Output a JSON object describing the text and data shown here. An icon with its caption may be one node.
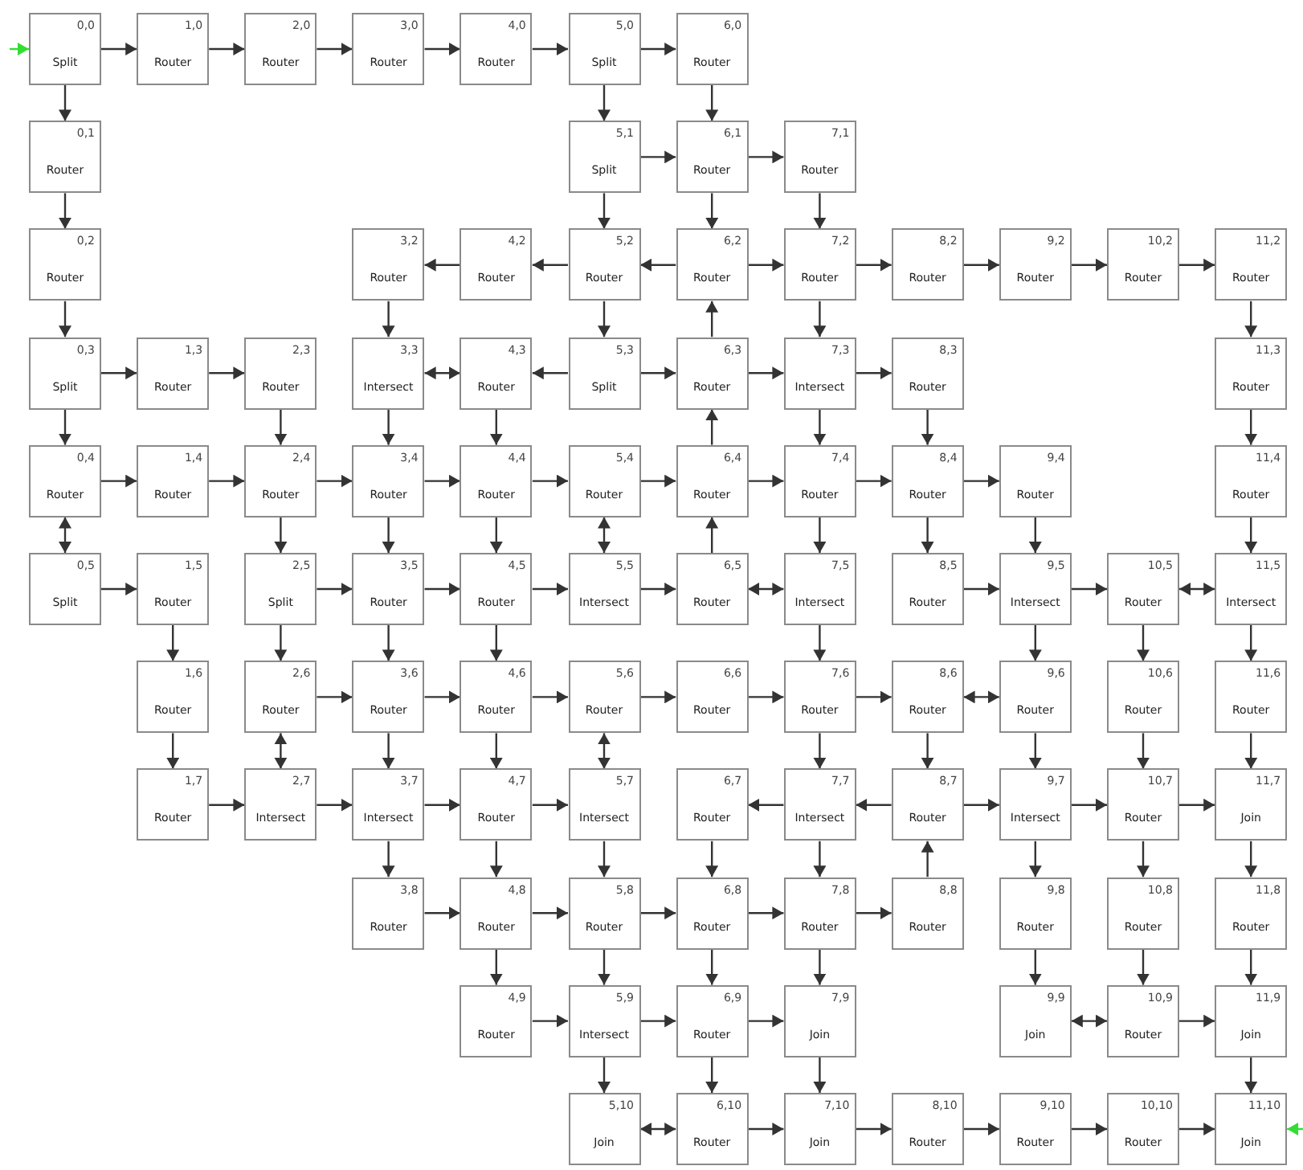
{
  "diagram": {
    "nodes": [
      {
        "text": [
          "0,0",
          "Split"
        ]
      },
      {
        "text": [
          "1,0",
          "Router"
        ]
      },
      {
        "text": [
          "2,0",
          "Router"
        ]
      },
      {
        "text": [
          "3,0",
          "Router"
        ]
      },
      {
        "text": [
          "4,0",
          "Router"
        ]
      },
      {
        "text": [
          "5,0",
          "Split"
        ]
      },
      {
        "text": [
          "6,0",
          "Router"
        ]
      },
      {
        "text": [
          "0,1",
          "Router"
        ]
      },
      {
        "text": [
          "5,1",
          "Split"
        ]
      },
      {
        "text": [
          "6,1",
          "Router"
        ]
      },
      {
        "text": [
          "7,1",
          "Router"
        ]
      },
      {
        "text": [
          "0,2",
          "Router"
        ]
      },
      {
        "text": [
          "3,2",
          "Router"
        ]
      },
      {
        "text": [
          "4,2",
          "Router"
        ]
      },
      {
        "text": [
          "5,2",
          "Router"
        ]
      },
      {
        "text": [
          "6,2",
          "Router"
        ]
      },
      {
        "text": [
          "7,2",
          "Router"
        ]
      },
      {
        "text": [
          "8,2",
          "Router"
        ]
      },
      {
        "text": [
          "9,2",
          "Router"
        ]
      },
      {
        "text": [
          "10,2",
          "Router"
        ]
      },
      {
        "text": [
          "11,2",
          "Router"
        ]
      },
      {
        "text": [
          "0,3",
          "Split"
        ]
      },
      {
        "text": [
          "1,3",
          "Router"
        ]
      },
      {
        "text": [
          "2,3",
          "Router"
        ]
      },
      {
        "text": [
          "3,3",
          "Intersect"
        ]
      },
      {
        "text": [
          "4,3",
          "Router"
        ]
      },
      {
        "text": [
          "5,3",
          "Split"
        ]
      },
      {
        "text": [
          "6,3",
          "Router"
        ]
      },
      {
        "text": [
          "7,3",
          "Intersect"
        ]
      },
      {
        "text": [
          "8,3",
          "Router"
        ]
      },
      {
        "text": [
          "11,3",
          "Router"
        ]
      },
      {
        "text": [
          "0,4",
          "Router"
        ]
      },
      {
        "text": [
          "1,4",
          "Router"
        ]
      },
      {
        "text": [
          "2,4",
          "Router"
        ]
      },
      {
        "text": [
          "3,4",
          "Router"
        ]
      },
      {
        "text": [
          "4,4",
          "Router"
        ]
      },
      {
        "text": [
          "5,4",
          "Router"
        ]
      },
      {
        "text": [
          "6,4",
          "Router"
        ]
      },
      {
        "text": [
          "7,4",
          "Router"
        ]
      },
      {
        "text": [
          "8,4",
          "Router"
        ]
      },
      {
        "text": [
          "9,4",
          "Router"
        ]
      },
      {
        "text": [
          "11,4",
          "Router"
        ]
      },
      {
        "text": [
          "0,5",
          "Split"
        ]
      },
      {
        "text": [
          "1,5",
          "Router"
        ]
      },
      {
        "text": [
          "2,5",
          "Split"
        ]
      },
      {
        "text": [
          "3,5",
          "Router"
        ]
      },
      {
        "text": [
          "4,5",
          "Router"
        ]
      },
      {
        "text": [
          "5,5",
          "Intersect"
        ]
      },
      {
        "text": [
          "6,5",
          "Router"
        ]
      },
      {
        "text": [
          "7,5",
          "Intersect"
        ]
      },
      {
        "text": [
          "8,5",
          "Router"
        ]
      },
      {
        "text": [
          "9,5",
          "Intersect"
        ]
      },
      {
        "text": [
          "10,5",
          "Router"
        ]
      },
      {
        "text": [
          "11,5",
          "Intersect"
        ]
      },
      {
        "text": [
          "1,6",
          "Router"
        ]
      },
      {
        "text": [
          "2,6",
          "Router"
        ]
      },
      {
        "text": [
          "3,6",
          "Router"
        ]
      },
      {
        "text": [
          "4,6",
          "Router"
        ]
      },
      {
        "text": [
          "5,6",
          "Router"
        ]
      },
      {
        "text": [
          "6,6",
          "Router"
        ]
      },
      {
        "text": [
          "7,6",
          "Router"
        ]
      },
      {
        "text": [
          "8,6",
          "Router"
        ]
      },
      {
        "text": [
          "9,6",
          "Router"
        ]
      },
      {
        "text": [
          "10,6",
          "Router"
        ]
      },
      {
        "text": [
          "11,6",
          "Router"
        ]
      },
      {
        "text": [
          "1,7",
          "Router"
        ]
      },
      {
        "text": [
          "2,7",
          "Intersect"
        ]
      },
      {
        "text": [
          "3,7",
          "Intersect"
        ]
      },
      {
        "text": [
          "4,7",
          "Router"
        ]
      },
      {
        "text": [
          "5,7",
          "Intersect"
        ]
      },
      {
        "text": [
          "6,7",
          "Router"
        ]
      },
      {
        "text": [
          "7,7",
          "Intersect"
        ]
      },
      {
        "text": [
          "8,7",
          "Router"
        ]
      },
      {
        "text": [
          "9,7",
          "Intersect"
        ]
      },
      {
        "text": [
          "10,7",
          "Router"
        ]
      },
      {
        "text": [
          "11,7",
          "Join"
        ]
      },
      {
        "text": [
          "3,8",
          "Router"
        ]
      },
      {
        "text": [
          "4,8",
          "Router"
        ]
      },
      {
        "text": [
          "5,8",
          "Router"
        ]
      },
      {
        "text": [
          "6,8",
          "Router"
        ]
      },
      {
        "text": [
          "7,8",
          "Router"
        ]
      },
      {
        "text": [
          "8,8",
          "Router"
        ]
      },
      {
        "text": [
          "9,8",
          "Router"
        ]
      },
      {
        "text": [
          "10,8",
          "Router"
        ]
      },
      {
        "text": [
          "11,8",
          "Router"
        ]
      },
      {
        "text": [
          "4,9",
          "Router"
        ]
      },
      {
        "text": [
          "5,9",
          "Intersect"
        ]
      },
      {
        "text": [
          "6,9",
          "Router"
        ]
      },
      {
        "text": [
          "7,9",
          "Join"
        ]
      },
      {
        "text": [
          "9,9",
          "Join"
        ]
      },
      {
        "text": [
          "10,9",
          "Router"
        ]
      },
      {
        "text": [
          "11,9",
          "Join"
        ]
      },
      {
        "text": [
          "5,10",
          "Join"
        ]
      },
      {
        "text": [
          "6,10",
          "Router"
        ]
      },
      {
        "text": [
          "7,10",
          "Join"
        ]
      },
      {
        "text": [
          "8,10",
          "Router"
        ]
      },
      {
        "text": [
          "9,10",
          "Router"
        ]
      },
      {
        "text": [
          "10,10",
          "Router"
        ]
      },
      {
        "text": [
          "11,10",
          "Join"
        ]
      }
    ],
    "edges": [
      {
        "from": null,
        "to": 0,
        "arrow": "to",
        "color": "#33dd33"
      },
      {
        "from": 0,
        "to": 1,
        "arrow": "to"
      },
      {
        "from": 1,
        "to": 2,
        "arrow": "to"
      },
      {
        "from": 2,
        "to": 3,
        "arrow": "to"
      },
      {
        "from": 3,
        "to": 4,
        "arrow": "to"
      },
      {
        "from": 4,
        "to": 5,
        "arrow": "to"
      },
      {
        "from": 5,
        "to": 6,
        "arrow": "to"
      },
      {
        "from": 0,
        "to": 7,
        "arrow": "to"
      },
      {
        "from": 5,
        "to": 8,
        "arrow": "to"
      },
      {
        "from": 6,
        "to": 9,
        "arrow": "to"
      },
      {
        "from": 8,
        "to": 9,
        "arrow": "to"
      },
      {
        "from": 9,
        "to": 10,
        "arrow": "to"
      },
      {
        "from": 7,
        "to": 11,
        "arrow": "to"
      },
      {
        "from": 8,
        "to": 14,
        "arrow": "to"
      },
      {
        "from": 9,
        "to": 15,
        "arrow": "to"
      },
      {
        "from": 10,
        "to": 16,
        "arrow": "to"
      },
      {
        "from": 14,
        "to": 13,
        "arrow": "to"
      },
      {
        "from": 13,
        "to": 12,
        "arrow": "to"
      },
      {
        "from": 15,
        "to": 14,
        "arrow": "to"
      },
      {
        "from": 15,
        "to": 16,
        "arrow": "to"
      },
      {
        "from": 16,
        "to": 17,
        "arrow": "to"
      },
      {
        "from": 17,
        "to": 18,
        "arrow": "to"
      },
      {
        "from": 18,
        "to": 19,
        "arrow": "to"
      },
      {
        "from": 19,
        "to": 20,
        "arrow": "to"
      },
      {
        "from": 11,
        "to": 21,
        "arrow": "to"
      },
      {
        "from": 12,
        "to": 24,
        "arrow": "to"
      },
      {
        "from": 14,
        "to": 26,
        "arrow": "to"
      },
      {
        "from": 27,
        "to": 15,
        "arrow": "to"
      },
      {
        "from": 16,
        "to": 28,
        "arrow": "to"
      },
      {
        "from": 20,
        "to": 30,
        "arrow": "to"
      },
      {
        "from": 21,
        "to": 22,
        "arrow": "to"
      },
      {
        "from": 22,
        "to": 23,
        "arrow": "to"
      },
      {
        "from": 24,
        "to": 25,
        "arrow": "both"
      },
      {
        "from": 26,
        "to": 25,
        "arrow": "to"
      },
      {
        "from": 26,
        "to": 27,
        "arrow": "to"
      },
      {
        "from": 27,
        "to": 28,
        "arrow": "to"
      },
      {
        "from": 28,
        "to": 29,
        "arrow": "to"
      },
      {
        "from": 21,
        "to": 31,
        "arrow": "to"
      },
      {
        "from": 23,
        "to": 33,
        "arrow": "to"
      },
      {
        "from": 24,
        "to": 34,
        "arrow": "to"
      },
      {
        "from": 25,
        "to": 35,
        "arrow": "to"
      },
      {
        "from": 37,
        "to": 27,
        "arrow": "to"
      },
      {
        "from": 28,
        "to": 38,
        "arrow": "to"
      },
      {
        "from": 29,
        "to": 39,
        "arrow": "to"
      },
      {
        "from": 30,
        "to": 41,
        "arrow": "to"
      },
      {
        "from": 31,
        "to": 32,
        "arrow": "to"
      },
      {
        "from": 32,
        "to": 33,
        "arrow": "to"
      },
      {
        "from": 33,
        "to": 34,
        "arrow": "to"
      },
      {
        "from": 34,
        "to": 35,
        "arrow": "to"
      },
      {
        "from": 35,
        "to": 36,
        "arrow": "to"
      },
      {
        "from": 36,
        "to": 37,
        "arrow": "to"
      },
      {
        "from": 37,
        "to": 38,
        "arrow": "to"
      },
      {
        "from": 38,
        "to": 39,
        "arrow": "to"
      },
      {
        "from": 39,
        "to": 40,
        "arrow": "to"
      },
      {
        "from": 31,
        "to": 42,
        "arrow": "both"
      },
      {
        "from": 33,
        "to": 44,
        "arrow": "to"
      },
      {
        "from": 34,
        "to": 45,
        "arrow": "to"
      },
      {
        "from": 35,
        "to": 46,
        "arrow": "to"
      },
      {
        "from": 36,
        "to": 47,
        "arrow": "both"
      },
      {
        "from": 48,
        "to": 37,
        "arrow": "to"
      },
      {
        "from": 38,
        "to": 49,
        "arrow": "to"
      },
      {
        "from": 39,
        "to": 50,
        "arrow": "to"
      },
      {
        "from": 40,
        "to": 51,
        "arrow": "to"
      },
      {
        "from": 41,
        "to": 53,
        "arrow": "to"
      },
      {
        "from": 42,
        "to": 43,
        "arrow": "to"
      },
      {
        "from": 44,
        "to": 45,
        "arrow": "to"
      },
      {
        "from": 45,
        "to": 46,
        "arrow": "to"
      },
      {
        "from": 46,
        "to": 47,
        "arrow": "to"
      },
      {
        "from": 47,
        "to": 48,
        "arrow": "to"
      },
      {
        "from": 48,
        "to": 49,
        "arrow": "both"
      },
      {
        "from": 50,
        "to": 51,
        "arrow": "to"
      },
      {
        "from": 51,
        "to": 52,
        "arrow": "to"
      },
      {
        "from": 52,
        "to": 53,
        "arrow": "both"
      },
      {
        "from": 43,
        "to": 54,
        "arrow": "to"
      },
      {
        "from": 44,
        "to": 55,
        "arrow": "to"
      },
      {
        "from": 45,
        "to": 56,
        "arrow": "to"
      },
      {
        "from": 46,
        "to": 57,
        "arrow": "to"
      },
      {
        "from": 49,
        "to": 60,
        "arrow": "to"
      },
      {
        "from": 51,
        "to": 62,
        "arrow": "to"
      },
      {
        "from": 52,
        "to": 63,
        "arrow": "to"
      },
      {
        "from": 53,
        "to": 64,
        "arrow": "to"
      },
      {
        "from": 55,
        "to": 56,
        "arrow": "to"
      },
      {
        "from": 56,
        "to": 57,
        "arrow": "to"
      },
      {
        "from": 57,
        "to": 58,
        "arrow": "to"
      },
      {
        "from": 58,
        "to": 59,
        "arrow": "to"
      },
      {
        "from": 59,
        "to": 60,
        "arrow": "to"
      },
      {
        "from": 60,
        "to": 61,
        "arrow": "to"
      },
      {
        "from": 61,
        "to": 62,
        "arrow": "both"
      },
      {
        "from": 54,
        "to": 65,
        "arrow": "to"
      },
      {
        "from": 55,
        "to": 66,
        "arrow": "both"
      },
      {
        "from": 56,
        "to": 67,
        "arrow": "to"
      },
      {
        "from": 57,
        "to": 68,
        "arrow": "to"
      },
      {
        "from": 58,
        "to": 69,
        "arrow": "both"
      },
      {
        "from": 60,
        "to": 71,
        "arrow": "to"
      },
      {
        "from": 61,
        "to": 72,
        "arrow": "to"
      },
      {
        "from": 62,
        "to": 73,
        "arrow": "to"
      },
      {
        "from": 63,
        "to": 74,
        "arrow": "to"
      },
      {
        "from": 64,
        "to": 75,
        "arrow": "to"
      },
      {
        "from": 65,
        "to": 66,
        "arrow": "to"
      },
      {
        "from": 66,
        "to": 67,
        "arrow": "to"
      },
      {
        "from": 67,
        "to": 68,
        "arrow": "to"
      },
      {
        "from": 68,
        "to": 69,
        "arrow": "to"
      },
      {
        "from": 71,
        "to": 70,
        "arrow": "to"
      },
      {
        "from": 72,
        "to": 71,
        "arrow": "to"
      },
      {
        "from": 72,
        "to": 73,
        "arrow": "to"
      },
      {
        "from": 73,
        "to": 74,
        "arrow": "to"
      },
      {
        "from": 74,
        "to": 75,
        "arrow": "to"
      },
      {
        "from": 67,
        "to": 76,
        "arrow": "to"
      },
      {
        "from": 68,
        "to": 77,
        "arrow": "to"
      },
      {
        "from": 69,
        "to": 78,
        "arrow": "to"
      },
      {
        "from": 70,
        "to": 79,
        "arrow": "to"
      },
      {
        "from": 71,
        "to": 80,
        "arrow": "to"
      },
      {
        "from": 81,
        "to": 72,
        "arrow": "to"
      },
      {
        "from": 73,
        "to": 82,
        "arrow": "to"
      },
      {
        "from": 74,
        "to": 83,
        "arrow": "to"
      },
      {
        "from": 75,
        "to": 84,
        "arrow": "to"
      },
      {
        "from": 76,
        "to": 77,
        "arrow": "to"
      },
      {
        "from": 77,
        "to": 78,
        "arrow": "to"
      },
      {
        "from": 78,
        "to": 79,
        "arrow": "to"
      },
      {
        "from": 79,
        "to": 80,
        "arrow": "to"
      },
      {
        "from": 80,
        "to": 81,
        "arrow": "to"
      },
      {
        "from": 77,
        "to": 85,
        "arrow": "to"
      },
      {
        "from": 78,
        "to": 86,
        "arrow": "to"
      },
      {
        "from": 79,
        "to": 87,
        "arrow": "to"
      },
      {
        "from": 80,
        "to": 88,
        "arrow": "to"
      },
      {
        "from": 82,
        "to": 89,
        "arrow": "to"
      },
      {
        "from": 83,
        "to": 90,
        "arrow": "to"
      },
      {
        "from": 84,
        "to": 91,
        "arrow": "to"
      },
      {
        "from": 85,
        "to": 86,
        "arrow": "to"
      },
      {
        "from": 86,
        "to": 87,
        "arrow": "to"
      },
      {
        "from": 87,
        "to": 88,
        "arrow": "to"
      },
      {
        "from": 89,
        "to": 90,
        "arrow": "both"
      },
      {
        "from": 90,
        "to": 91,
        "arrow": "to"
      },
      {
        "from": 86,
        "to": 92,
        "arrow": "to"
      },
      {
        "from": 87,
        "to": 93,
        "arrow": "to"
      },
      {
        "from": 88,
        "to": 94,
        "arrow": "to"
      },
      {
        "from": 91,
        "to": 98,
        "arrow": "to"
      },
      {
        "from": 92,
        "to": 93,
        "arrow": "both"
      },
      {
        "from": 93,
        "to": 94,
        "arrow": "to"
      },
      {
        "from": 94,
        "to": 95,
        "arrow": "to"
      },
      {
        "from": 95,
        "to": 96,
        "arrow": "to"
      },
      {
        "from": 96,
        "to": 97,
        "arrow": "to"
      },
      {
        "from": 97,
        "to": 98,
        "arrow": "to"
      },
      {
        "from": null,
        "to": 98,
        "arrow": "to",
        "color": "#33dd33"
      }
    ]
  }
}
